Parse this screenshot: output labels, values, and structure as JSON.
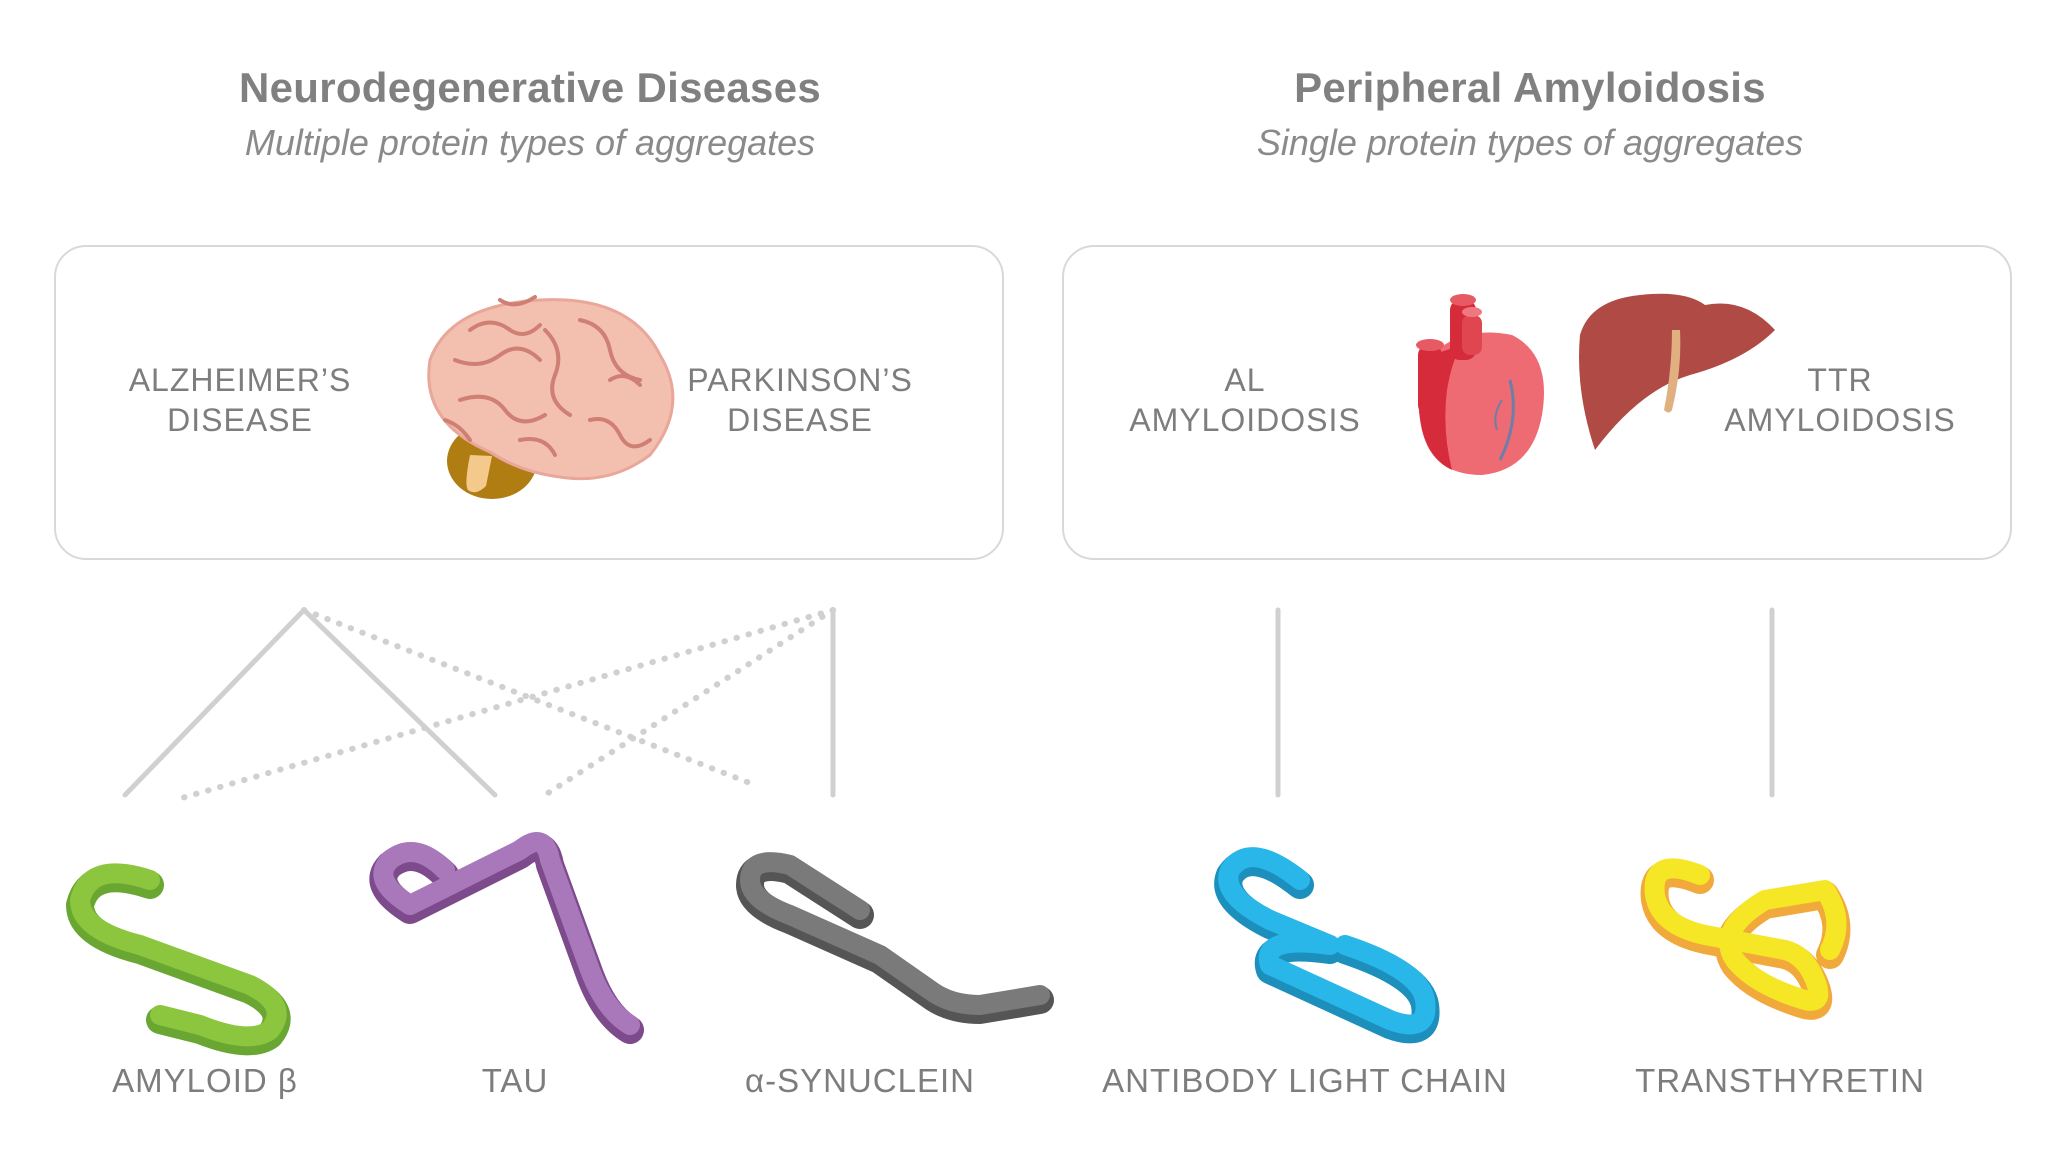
{
  "left_section": {
    "title": "Neurodegenerative Diseases",
    "subtitle": "Multiple protein types of aggregates",
    "diseases": [
      {
        "line1": "ALZHEIMER’S",
        "line2": "DISEASE"
      },
      {
        "line1": "PARKINSON’S",
        "line2": "DISEASE"
      }
    ]
  },
  "right_section": {
    "title": "Peripheral Amyloidosis",
    "subtitle": "Single protein types of aggregates",
    "diseases": [
      {
        "line1": "AL",
        "line2": "AMYLOIDOSIS"
      },
      {
        "line1": "TTR",
        "line2": "AMYLOIDOSIS"
      }
    ]
  },
  "proteins": [
    {
      "label": "AMYLOID β",
      "color": "#8cc63f"
    },
    {
      "label": "TAU",
      "color": "#a066b0"
    },
    {
      "label": "α-SYNUCLEIN",
      "color": "#6f6f6f"
    },
    {
      "label": "ANTIBODY LIGHT CHAIN",
      "color": "#29b6e8"
    },
    {
      "label": "TRANSTHYRETIN",
      "color": "#f5e626"
    }
  ],
  "icons": [
    "brain-icon",
    "heart-icon",
    "liver-icon"
  ],
  "colors": {
    "text": "#7d7d7d",
    "panel_border": "#d9d9d9",
    "connector": "#d0d0d0"
  }
}
